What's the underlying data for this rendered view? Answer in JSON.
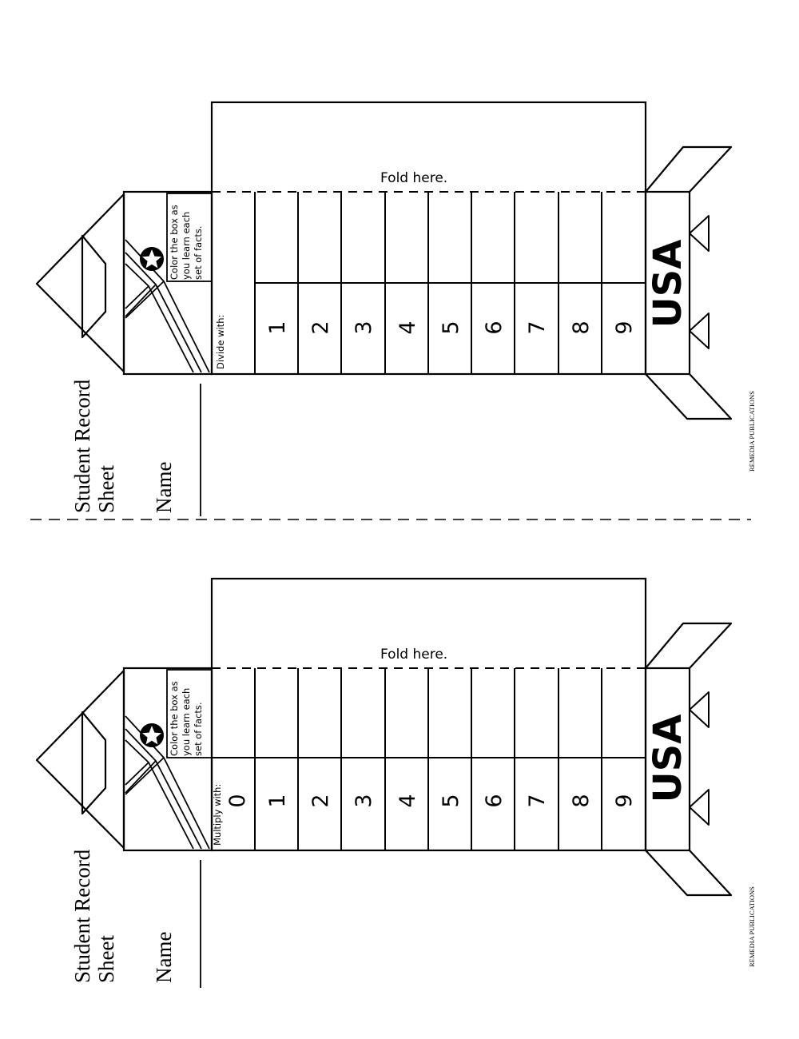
{
  "page": {
    "cut_line": "dashed"
  },
  "sheets": [
    {
      "title_line1": "Student Record",
      "title_line2": "Sheet",
      "name_label": "Name",
      "instructions": [
        "Color the box as",
        "you learn each",
        "set of facts."
      ],
      "table_header": "Multiply with:",
      "numbers": [
        "0",
        "1",
        "2",
        "3",
        "4",
        "5",
        "6",
        "7",
        "8",
        "9"
      ],
      "fold_label": "Fold here.",
      "badge_text": "USA",
      "publisher": "REMEDIA PUBLICATIONS"
    },
    {
      "title_line1": "Student Record",
      "title_line2": "Sheet",
      "name_label": "Name",
      "instructions": [
        "Color the box as",
        "you learn each",
        "set of facts."
      ],
      "table_header": "Divide with:",
      "numbers": [
        "1",
        "2",
        "3",
        "4",
        "5",
        "6",
        "7",
        "8",
        "9"
      ],
      "fold_label": "Fold here.",
      "badge_text": "USA",
      "publisher": "REMEDIA PUBLICATIONS"
    }
  ]
}
